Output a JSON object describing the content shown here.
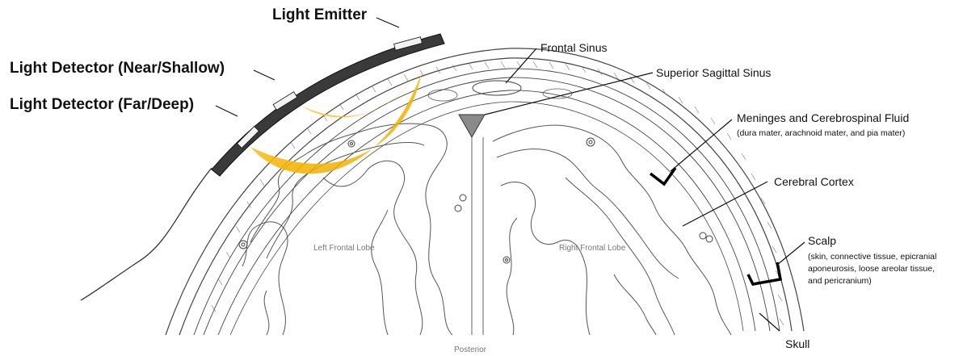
{
  "labels": {
    "light_emitter": "Light Emitter",
    "detector_near": "Light Detector (Near/Shallow)",
    "detector_far": "Light Detector (Far/Deep)",
    "frontal_sinus": "Frontal Sinus",
    "superior_sagittal_sinus": "Superior Sagittal Sinus",
    "meninges": "Meninges and Cerebrospinal Fluid",
    "meninges_sub": "(dura mater, arachnoid mater, and pia mater)",
    "cerebral_cortex": "Cerebral Cortex",
    "scalp": "Scalp",
    "scalp_sub_1": "(skin, connective tissue, epicranial",
    "scalp_sub_2": "aponeurosis, loose areolar tissue,",
    "scalp_sub_3": "and pericranium)",
    "skull": "Skull",
    "left_frontal_lobe": "Left Frontal Lobe",
    "right_frontal_lobe": "Right Frontal Lobe",
    "posterior": "Posterior"
  },
  "colors": {
    "light_path": "#f5b700",
    "line": "#222222",
    "probe": "#3a3a3a"
  }
}
